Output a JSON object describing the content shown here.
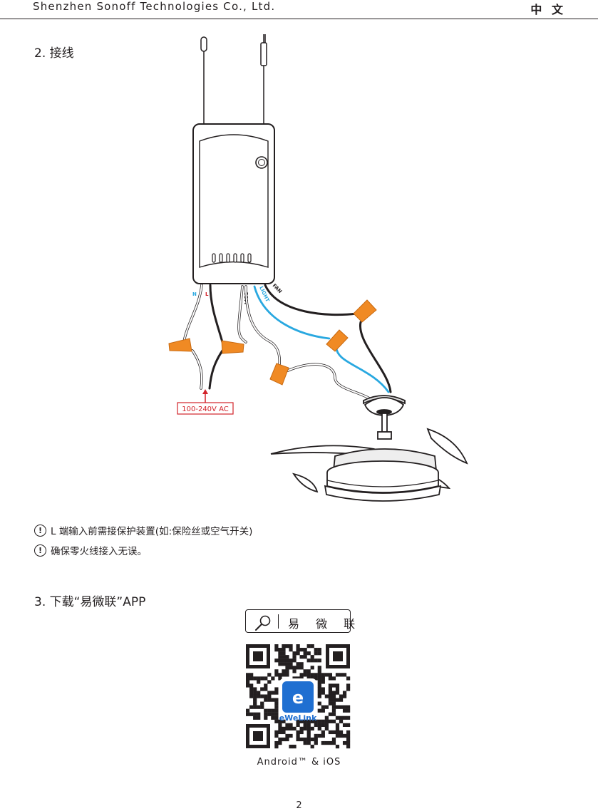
{
  "header": {
    "company": "Shenzhen Sonoff Technologies Co., Ltd.",
    "language": "中 文"
  },
  "wiring": {
    "title": "2. 接线",
    "terminals": {
      "n": "N",
      "l": "L",
      "com": "COM",
      "light": "LIGHT",
      "fan": "FAN"
    },
    "voltage_label": "100-240V AC",
    "colors": {
      "wire_blue": "#29a8e0",
      "connector_orange": "#f08a24",
      "voltage_red": "#d2232a"
    },
    "notes": [
      "L 端输入前需接保护装置(如:保险丝或空气开关)",
      "确保零火线接入无误。"
    ]
  },
  "download": {
    "title": "3. 下载“易微联”APP",
    "search_text": "易 微 联",
    "app_badge_letter": "e",
    "app_badge_name": "eWeLink",
    "platforms": "Android™ & iOS"
  },
  "page_number": "2"
}
